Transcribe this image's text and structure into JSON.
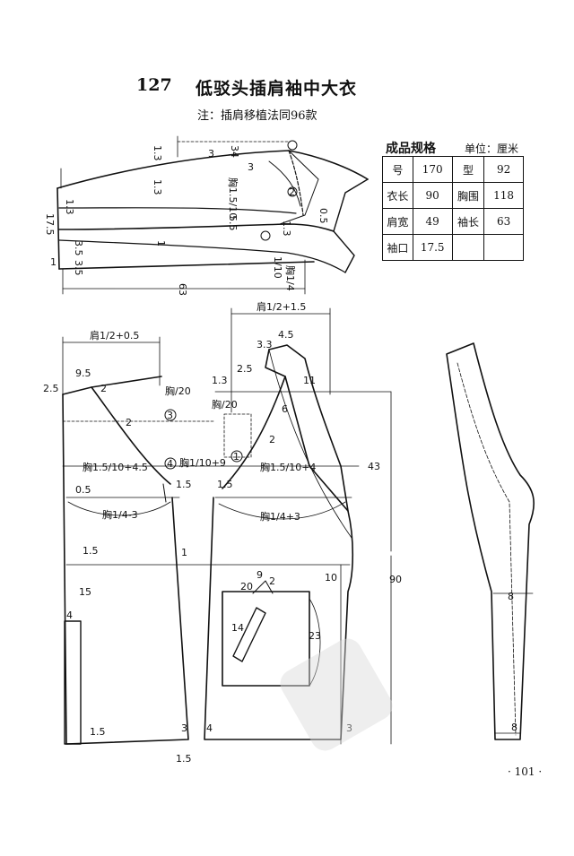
{
  "header": {
    "number": "127",
    "title": "低驳头插肩袖中大衣",
    "note": "注：插肩移植法同96款"
  },
  "spec_table": {
    "title": "成品规格",
    "unit": "单位：厘米",
    "rows": [
      [
        "号",
        "170",
        "型",
        "92"
      ],
      [
        "衣长",
        "90",
        "胸围",
        "118"
      ],
      [
        "肩宽",
        "49",
        "袖长",
        "63"
      ],
      [
        "袖口",
        "17.5",
        "",
        ""
      ]
    ]
  },
  "labels": {
    "top_34": "34",
    "top_1_3a": "1.3",
    "top_1_3b": "1.3",
    "top_3": "3",
    "top_3b": "3",
    "top_chest_frac": "胸1.5/10",
    "top_5_5": "5.5",
    "top_0_5": "0.5",
    "top_1_3c": "1.3",
    "top_1_3d": "1.3",
    "top_17_5": "17.5",
    "top_3_5a": "3.5",
    "top_3_5b": "3.5",
    "top_1": "1",
    "top_1b": "1",
    "top_1_10": "1/10",
    "top_4": "胸1/4",
    "top_63": "63",
    "back_shoulder": "肩1/2+0.5",
    "front_shoulder": "肩1/2+1.5",
    "v_9_5": "9.5",
    "v_2_5": "2.5",
    "v_2a": "2",
    "v_2b": "2",
    "chest_20a": "胸/20",
    "chest_20b": "胸/20",
    "v_1_3": "1.3",
    "v_3_3": "3.3",
    "v_4_5": "4.5",
    "v_2_5b": "2.5",
    "v_11": "11",
    "v_6": "6",
    "v_2c": "2",
    "chest_back_width": "胸1.5/10+4.5",
    "chest_1_10_9": "胸1/10+9",
    "chest_front_width": "胸1.5/10+4",
    "v_43": "43",
    "v_0_5": "0.5",
    "v_1_5a": "1.5",
    "v_1_5b": "1.5",
    "chest_back_q": "胸1/4-3",
    "chest_front_q": "胸1/4+3",
    "v_1_5c": "1.5",
    "v_1": "1",
    "v_15": "15",
    "v_10": "10",
    "v_90": "90",
    "v_9": "9",
    "v_20": "20",
    "v_2d": "2",
    "v_4": "4",
    "v_14": "14",
    "v_23": "23",
    "v_1_5d": "1.5",
    "v_3a": "3",
    "v_4b": "4",
    "v_3b": "3",
    "v_1_5e": "1.5",
    "sleeve_8a": "8",
    "sleeve_8b": "8",
    "circle_1": "1",
    "circle_2": "2",
    "circle_3": "3",
    "circle_4": "4"
  },
  "page_number": "· 101 ·",
  "colors": {
    "ink": "#111111",
    "watermark": "#d9d9d9"
  }
}
